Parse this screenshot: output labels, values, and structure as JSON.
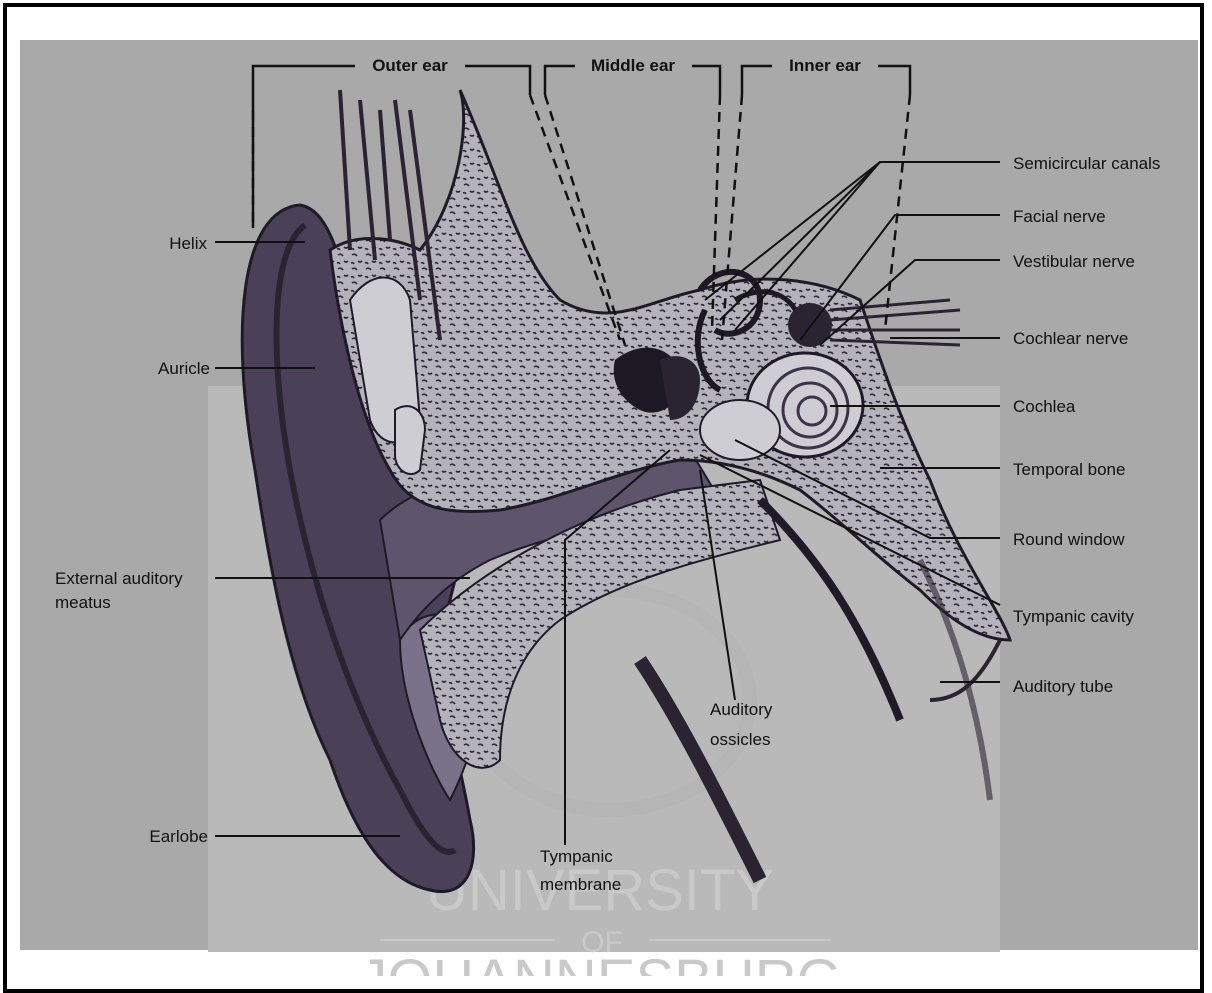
{
  "sections": {
    "outer": "Outer ear",
    "middle": "Middle ear",
    "inner": "Inner ear"
  },
  "labels_left": {
    "helix": "Helix",
    "auricle": "Auricle",
    "eam_line1": "External auditory",
    "eam_line2": "meatus",
    "earlobe": "Earlobe"
  },
  "labels_right": {
    "semicircular": "Semicircular canals",
    "facial": "Facial nerve",
    "vestibular": "Vestibular nerve",
    "cochlear_nerve": "Cochlear nerve",
    "cochlea": "Cochlea",
    "temporal": "Temporal bone",
    "round_window": "Round window",
    "tympanic_cavity": "Tympanic cavity",
    "auditory_tube": "Auditory tube"
  },
  "labels_bottom": {
    "ossicles_line1": "Auditory",
    "ossicles_line2": "ossicles",
    "membrane_line1": "Tympanic",
    "membrane_line2": "membrane"
  },
  "watermark": {
    "line1": "UNIVERSITY",
    "line2": "OF",
    "line3": "JOHANNESBURG"
  }
}
